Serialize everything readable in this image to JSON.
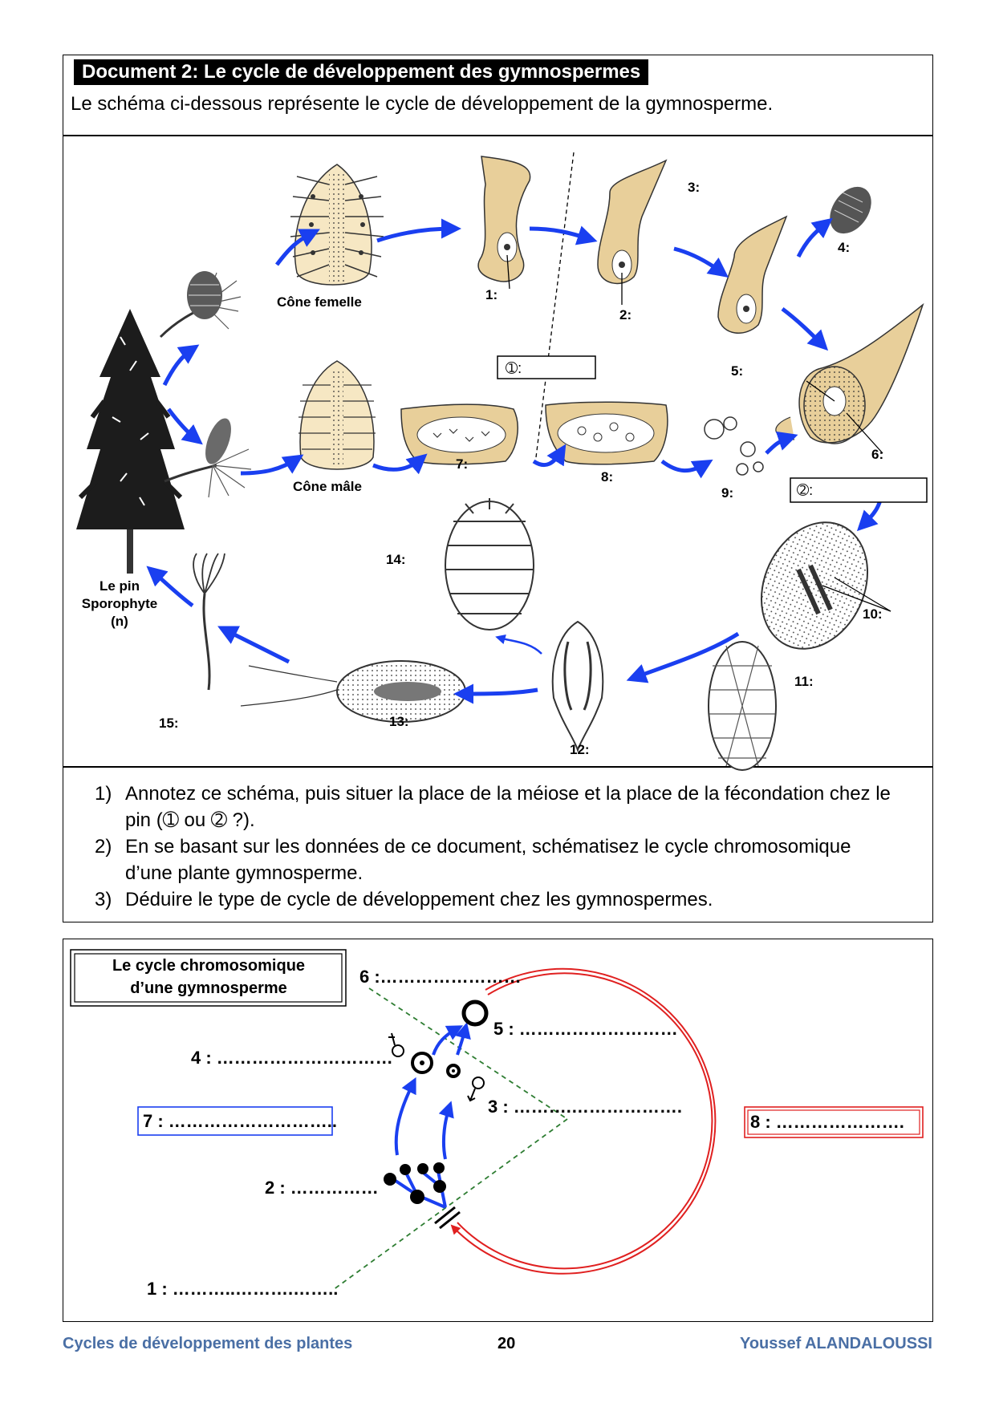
{
  "document": {
    "title": "Document 2: Le cycle de développement des gymnospermes",
    "intro": "Le schéma ci-dessous représente le cycle de développement de la gymnosperme."
  },
  "schema1": {
    "labels": {
      "cone_femelle": "Cône femelle",
      "cone_male": "Cône mâle",
      "pin_1": "Le pin",
      "pin_2": "Sporophyte",
      "pin_3": "(n)",
      "n1": "1:",
      "n2": "2:",
      "n3": "3:",
      "n4": "4:",
      "n5": "5:",
      "n6": "6:",
      "n7": "7:",
      "n8": "8:",
      "n9": "9:",
      "n10": "10:",
      "n11": "11:",
      "n12": "12:",
      "n13": "13:",
      "n14": "14:",
      "n15": "15:",
      "box1": "➀:",
      "box2": "➁:"
    }
  },
  "questions": [
    {
      "num": "1)",
      "text": "Annotez ce schéma, puis situer la place de la méiose et la place de la fécondation chez le pin (➀ ou ➁ ?)."
    },
    {
      "num": "2)",
      "text": "En se basant sur les données de ce document, schématisez le cycle chromosomique d’une plante gymnosperme."
    },
    {
      "num": "3)",
      "text": "Déduire le type de cycle de développement chez les gymnospermes."
    }
  ],
  "schema2": {
    "title_1": "Le cycle chromosomique",
    "title_2": "d’une gymnosperme",
    "l1": "1 : ………..……….……..",
    "l2": "2 : ……………",
    "l3": "3 : ……….……………….",
    "l4": "4 : …………………………",
    "l5": "5 : ………………………",
    "l6": "6 :……………………",
    "l7": "7 : ………………………..",
    "l8": "8 : …………………."
  },
  "footer": {
    "left": "Cycles de développement des plantes",
    "page": "20",
    "right": "Youssef ALANDALOUSSI"
  },
  "colors": {
    "arrow_blue": "#1a3ff0",
    "cycle_red": "#e02020",
    "dash_green": "#2e7d32",
    "tissue_tan": "#e8cf9a",
    "footer_blue": "#4a6fa5"
  }
}
